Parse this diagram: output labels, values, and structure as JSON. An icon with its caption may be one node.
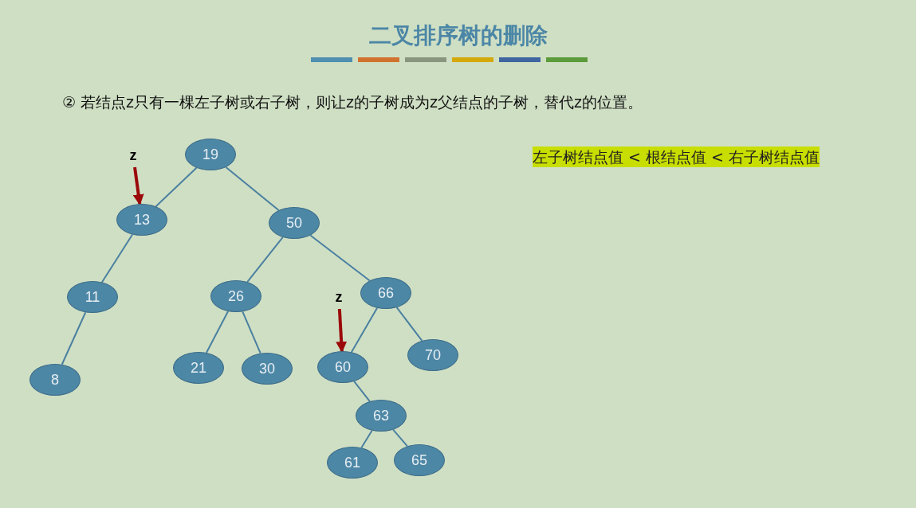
{
  "diagram": {
    "title": "二叉排序树的删除",
    "nodes": [
      {
        "text": [
          "19"
        ]
      },
      {
        "text": [
          "z"
        ]
      },
      {
        "text": [
          "13"
        ]
      },
      {
        "text": [
          "50"
        ]
      },
      {
        "text": [
          "11"
        ]
      },
      {
        "text": [
          "26"
        ]
      },
      {
        "text": [
          "z"
        ]
      },
      {
        "text": [
          "66"
        ]
      },
      {
        "text": [
          "8"
        ]
      },
      {
        "text": [
          "21"
        ]
      },
      {
        "text": [
          "30"
        ]
      },
      {
        "text": [
          "60"
        ]
      },
      {
        "text": [
          "70"
        ]
      },
      {
        "text": [
          "63"
        ]
      },
      {
        "text": [
          "61"
        ]
      },
      {
        "text": [
          "65"
        ]
      }
    ],
    "edges": [
      {
        "from": 0,
        "to": 2,
        "arrow": "none"
      },
      {
        "from": 0,
        "to": 3,
        "arrow": "none"
      },
      {
        "from": 2,
        "to": 4,
        "arrow": "none"
      },
      {
        "from": 4,
        "to": 8,
        "arrow": "none"
      },
      {
        "from": 3,
        "to": 5,
        "arrow": "none"
      },
      {
        "from": 3,
        "to": 7,
        "arrow": "none"
      },
      {
        "from": 5,
        "to": 9,
        "arrow": "none"
      },
      {
        "from": 5,
        "to": 10,
        "arrow": "none"
      },
      {
        "from": 7,
        "to": 11,
        "arrow": "none"
      },
      {
        "from": 7,
        "to": 12,
        "arrow": "none"
      },
      {
        "from": 11,
        "to": 13,
        "arrow": "none"
      },
      {
        "from": 13,
        "to": 14,
        "arrow": "none"
      },
      {
        "from": 13,
        "to": 15,
        "arrow": "none"
      },
      {
        "from": 1,
        "to": 2,
        "arrow": "to",
        "style": "thick",
        "color": "#9b0a0a"
      },
      {
        "from": 6,
        "to": 11,
        "arrow": "to",
        "style": "thick",
        "color": "#9b0a0a"
      }
    ],
    "labels": [
      "② 若结点z只有一棵左子树或右子树，则让z的子树成为z父结点的子树，替代z的位置。",
      "左子树结点值 < 根结点值 < 右子树结点值"
    ]
  }
}
